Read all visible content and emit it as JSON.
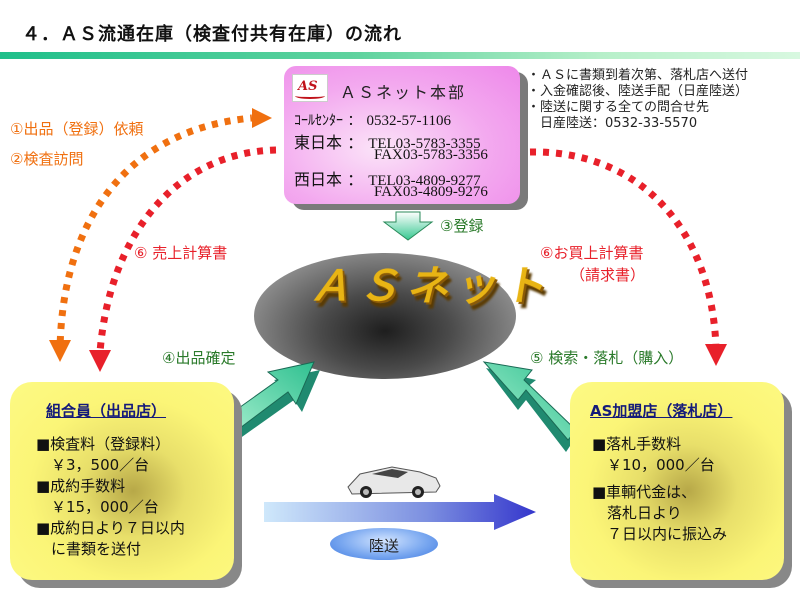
{
  "title": "４．ＡＳ流通在庫（検査付共有在庫）の流れ",
  "headquarters": {
    "logo_text": "AS",
    "name": "ＡＳネット本部",
    "call_center_label": "ｺｰﾙｾﾝﾀｰ ：",
    "call_center_number": "0532-57-1106",
    "east_label": "東日本 ：",
    "east_tel": "TEL03-5783-3355",
    "east_fax": "FAX03-5783-3356",
    "west_label": "西日本 ：",
    "west_tel": "TEL03-4809-9277",
    "west_fax": "FAX03-4809-9276"
  },
  "notes": [
    "・ＡＳに書類到着次第、落札店へ送付",
    "・入金確認後、陸送手配（日産陸送）",
    "・陸送に関する全ての問合せ先",
    "　日産陸送：0532-33-5570"
  ],
  "flow_labels": {
    "step1": "①出品（登録）依頼",
    "step2": "②検査訪問",
    "step3": "③登録",
    "step4": "④出品確定",
    "step5": "⑤ 検索・落札（購入）",
    "step6_left": "⑥ 売上計算書",
    "step6_right_line1": "⑥お買上計算書",
    "step6_right_line2": "（請求書）"
  },
  "hub": {
    "text": "ＡＳネット"
  },
  "seller_card": {
    "title": "組合員（出品店）",
    "lines": [
      "■検査料（登録料）",
      "　￥3，500／台",
      "■成約手数料",
      "　￥15，000／台",
      "■成約日より７日以内",
      "　に書類を送付"
    ]
  },
  "buyer_card": {
    "title": "AS加盟店（落札店）",
    "lines": [
      "■落札手数料",
      "　￥10，000／台",
      "■車輌代金は、",
      "　落札日より",
      "　７日以内に振込み"
    ]
  },
  "transport": {
    "label": "陸送"
  },
  "colors": {
    "orange_flow": "#f07010",
    "red_flow": "#e8202a",
    "green_label": "#2a7a2a",
    "hq_pink": "#ee88ea",
    "card_yellow": "#fdfa84",
    "teal_arrow": "#3fcfa0",
    "blue_arrow": "#3a3ad0"
  }
}
